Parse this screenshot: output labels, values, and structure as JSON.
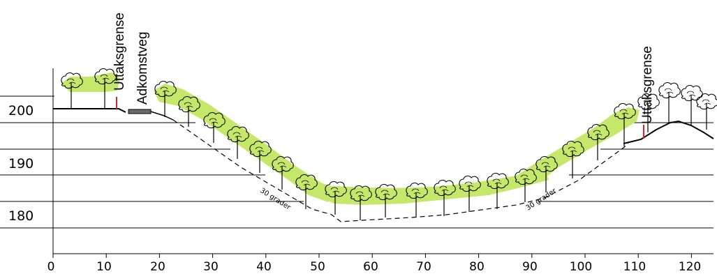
{
  "x_axis": {
    "ticks": [
      "0",
      "10",
      "20",
      "30",
      "40",
      "50",
      "60",
      "70",
      "80",
      "90",
      "100",
      "110",
      "120"
    ]
  },
  "y_axis": {
    "labels": [
      "200",
      "190",
      "180"
    ]
  },
  "labels": {
    "uttaksgrense_left": "Uttaksgrense",
    "adkomstveg": "Adkomstveg",
    "uttaksgrense_right": "Uttaksgrense",
    "slope_left": "30 grader",
    "slope_right": "30 grader"
  },
  "colors": {
    "vegetation": "#c6e86a",
    "boundary_marker": "#e0202a",
    "road": "#6b6b6b",
    "lines": "#000000"
  }
}
